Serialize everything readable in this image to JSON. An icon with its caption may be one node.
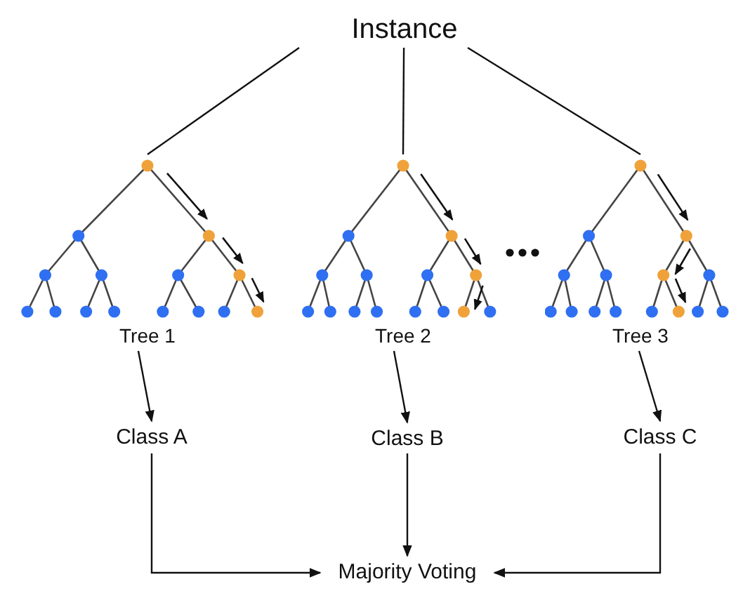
{
  "diagram": {
    "nodes": [
      {
        "text": [
          "Instance"
        ]
      },
      {
        "text": [
          "Tree 1"
        ]
      },
      {
        "text": [
          "Tree 2"
        ]
      },
      {
        "text": [
          "Tree 3"
        ]
      },
      {
        "text": [
          "Class A"
        ]
      },
      {
        "text": [
          "Class B"
        ]
      },
      {
        "text": [
          "Class C"
        ]
      },
      {
        "text": [
          "Majority Voting"
        ]
      }
    ],
    "edges": [
      {
        "from": 0,
        "to": 1,
        "arrow": "none"
      },
      {
        "from": 0,
        "to": 2,
        "arrow": "none"
      },
      {
        "from": 0,
        "to": 3,
        "arrow": "none"
      },
      {
        "from": 1,
        "to": 4,
        "arrow": "to"
      },
      {
        "from": 2,
        "to": 5,
        "arrow": "to"
      },
      {
        "from": 3,
        "to": 6,
        "arrow": "to"
      },
      {
        "from": 4,
        "to": 7,
        "arrow": "to"
      },
      {
        "from": 5,
        "to": 7,
        "arrow": "to"
      },
      {
        "from": 6,
        "to": 7,
        "arrow": "to"
      }
    ]
  }
}
